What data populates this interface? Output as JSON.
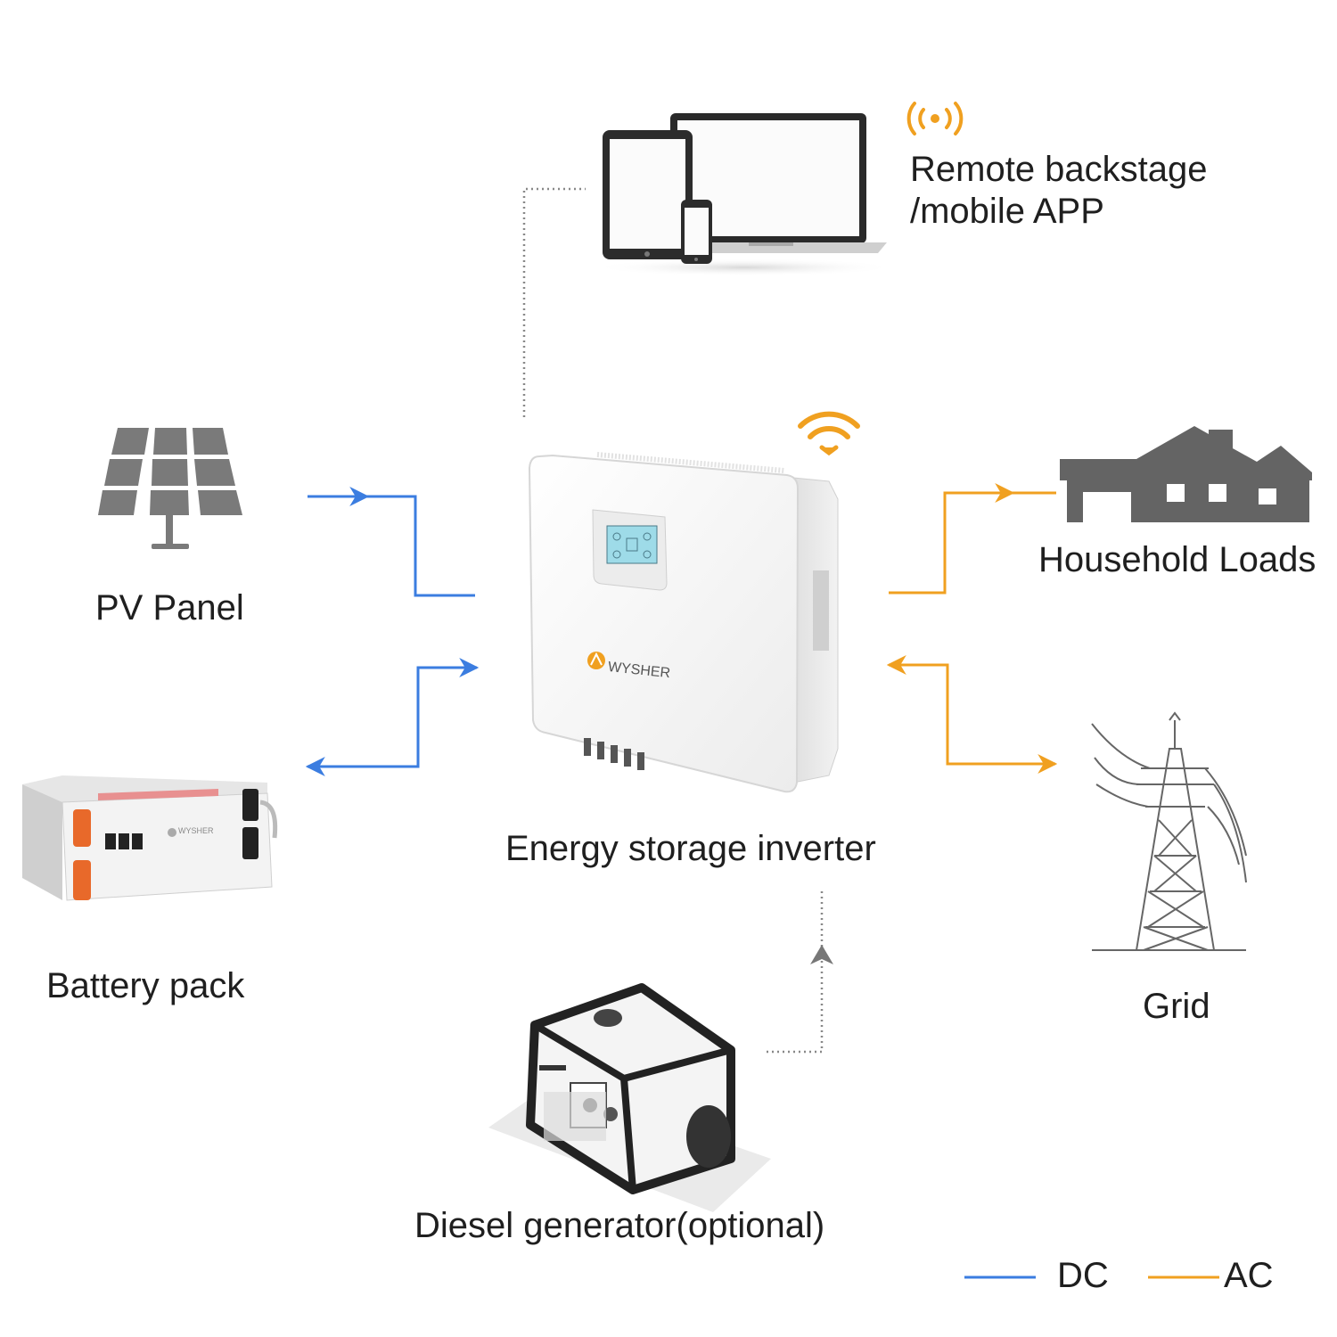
{
  "labels": {
    "remote_line1": "Remote backstage",
    "remote_line2": "/mobile APP",
    "pv_panel": "PV Panel",
    "household_loads": "Household Loads",
    "inverter": "Energy storage inverter",
    "battery_pack": "Battery pack",
    "grid": "Grid",
    "generator": "Diesel generator(optional)",
    "brand": "WYSHER",
    "battery_brand": "WYSHER"
  },
  "legend": [
    {
      "label": "DC",
      "color": "#3b7de0"
    },
    {
      "label": "AC",
      "color": "#f0a020"
    }
  ],
  "colors": {
    "dc": "#3b7de0",
    "ac": "#f0a020",
    "dotted": "#888888",
    "icon_gray": "#7a7a7a",
    "battery_orange": "#e8692a"
  },
  "icons": [
    "tablet-laptop-phone-icon",
    "wireless-signal-icon",
    "solar-panel-icon",
    "house-icon",
    "inverter-device",
    "wifi-icon",
    "battery-rack-icon",
    "transmission-tower-icon",
    "generator-icon"
  ]
}
